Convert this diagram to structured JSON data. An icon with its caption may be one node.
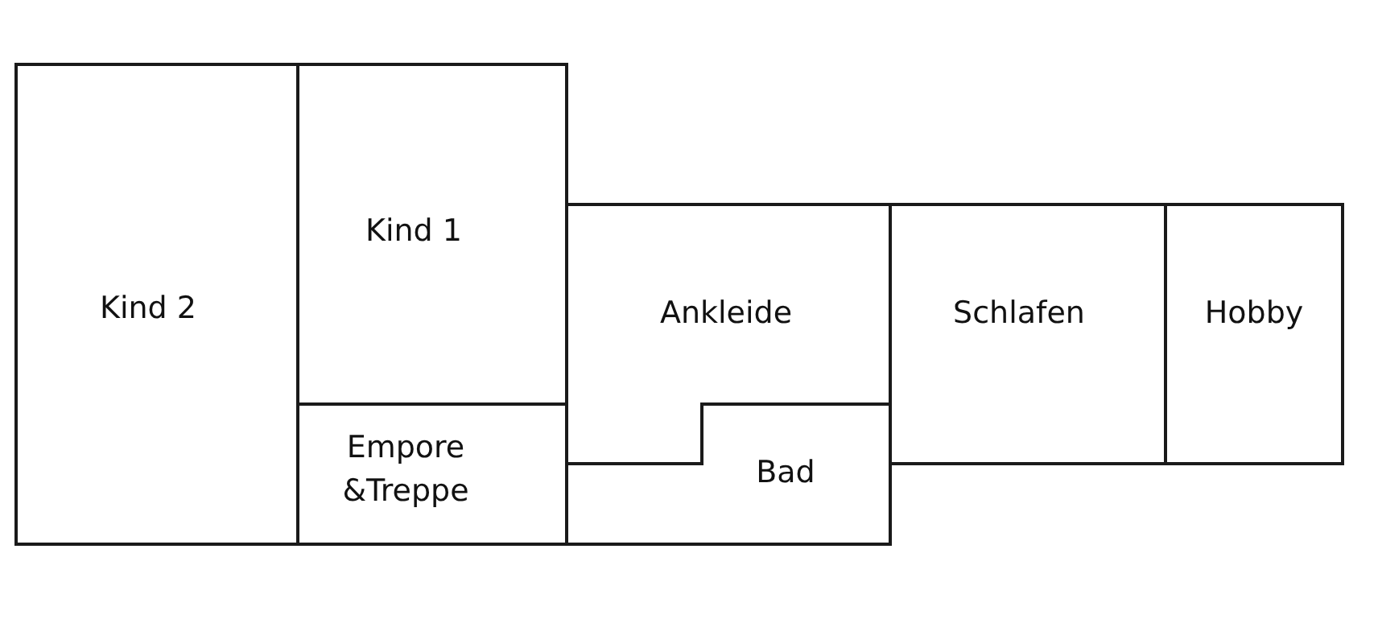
{
  "diagram": {
    "nodes": [
      {
        "text": [
          "Kind 2"
        ]
      },
      {
        "text": [
          "Kind 1"
        ]
      },
      {
        "text": [
          "Empore &Treppe"
        ]
      },
      {
        "text": [
          "Ankleide"
        ]
      },
      {
        "text": [
          "Bad"
        ]
      },
      {
        "text": [
          "Schlafen"
        ]
      },
      {
        "text": [
          "Hobby"
        ]
      }
    ]
  }
}
